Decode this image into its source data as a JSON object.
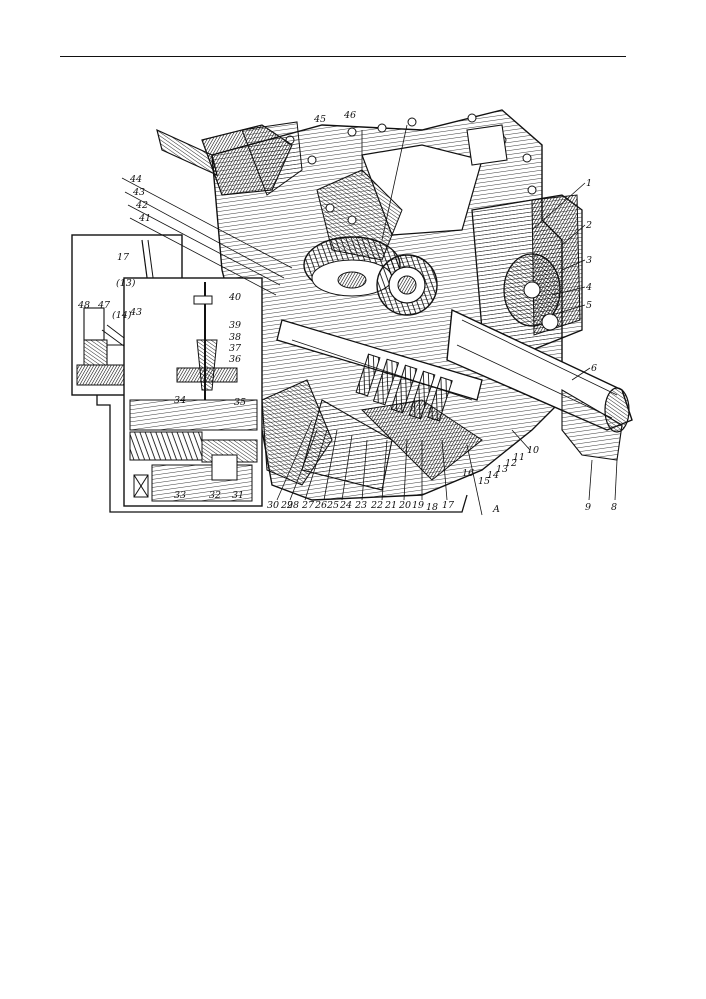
{
  "page": {
    "background": "#ffffff",
    "ink": "#111111"
  },
  "figure": {
    "callouts": [
      "1",
      "2",
      "3",
      "4",
      "5",
      "6",
      "8",
      "9",
      "10",
      "11",
      "12",
      "13",
      "14",
      "15",
      "16",
      "17",
      "18",
      "19",
      "20",
      "21",
      "22",
      "23",
      "24",
      "25",
      "26",
      "27",
      "28",
      "29",
      "30",
      "31",
      "32",
      "33",
      "34",
      "35",
      "36",
      "37",
      "38",
      "39",
      "40",
      "41",
      "42",
      "43",
      "44",
      "45",
      "46",
      "47",
      "48",
      "A"
    ],
    "inset_upper_labels": [
      "17",
      "48",
      "47",
      "(14)",
      "(13)",
      "43"
    ],
    "inset_lower_labels": [
      "40",
      "39",
      "38",
      "37",
      "36",
      "35",
      "34",
      "33",
      "32",
      "31"
    ]
  }
}
